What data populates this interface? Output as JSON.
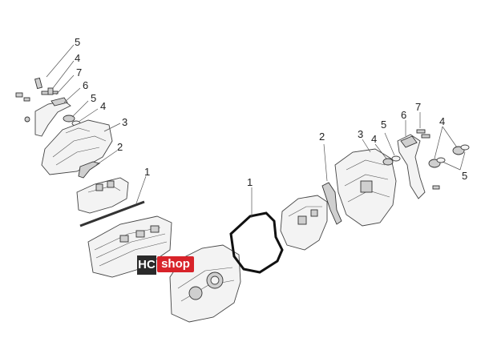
{
  "logo": {
    "part1": "HC",
    "part2": "shop",
    "accent": "#d8232a"
  },
  "callouts": {
    "left_5a": "5",
    "left_4a": "4",
    "left_7": "7",
    "left_6": "6",
    "left_5b": "5",
    "left_4b": "4",
    "left_3": "3",
    "left_2": "2",
    "left_1": "1",
    "center_1": "1",
    "right_2": "2",
    "right_3": "3",
    "right_4a": "4",
    "right_5a": "5",
    "right_6": "6",
    "right_7": "7",
    "right_4b": "4",
    "right_5b": "5"
  }
}
